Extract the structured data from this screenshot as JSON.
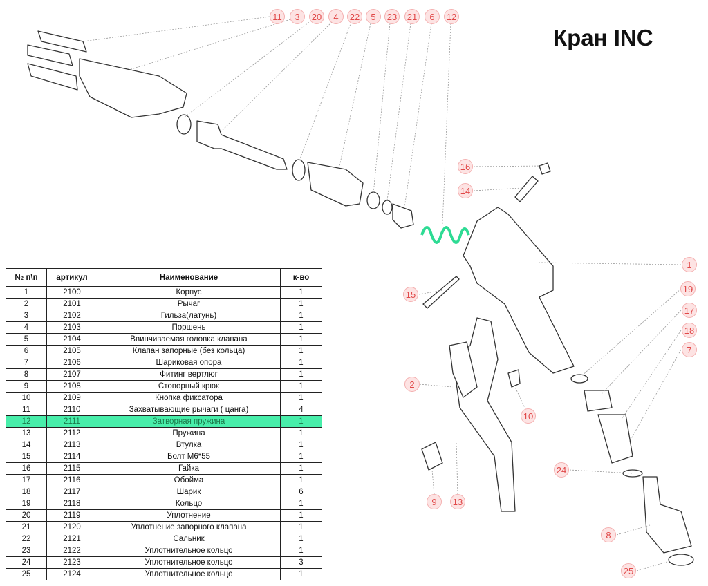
{
  "title": "Кран INC",
  "highlight_color": "#48eeaa",
  "callouts": [
    "11",
    "3",
    "20",
    "4",
    "22",
    "5",
    "23",
    "21",
    "6",
    "12",
    "16",
    "14",
    "15",
    "1",
    "19",
    "17",
    "18",
    "7",
    "2",
    "10",
    "24",
    "9",
    "13",
    "8",
    "25"
  ],
  "table": {
    "headers": [
      "№ п\\п",
      "артикул",
      "Наименование",
      "к-во"
    ],
    "rows": [
      [
        "1",
        "2100",
        "Корпус",
        "1"
      ],
      [
        "2",
        "2101",
        "Рычаг",
        "1"
      ],
      [
        "3",
        "2102",
        "Гильза(латунь)",
        "1"
      ],
      [
        "4",
        "2103",
        "Поршень",
        "1"
      ],
      [
        "5",
        "2104",
        "Ввинчиваемая головка клапана",
        "1"
      ],
      [
        "6",
        "2105",
        "Клапан запорные (без кольца)",
        "1"
      ],
      [
        "7",
        "2106",
        "Шариковая опора",
        "1"
      ],
      [
        "8",
        "2107",
        "Фитинг вертлюг",
        "1"
      ],
      [
        "9",
        "2108",
        "Стопорный крюк",
        "1"
      ],
      [
        "10",
        "2109",
        "Кнопка фиксатора",
        "1"
      ],
      [
        "11",
        "2110",
        "Захватывающие рычаги ( цанга)",
        "4"
      ],
      [
        "12",
        "2111",
        "Затворная пружина",
        "1"
      ],
      [
        "13",
        "2112",
        "Пружина",
        "1"
      ],
      [
        "14",
        "2113",
        "Втулка",
        "1"
      ],
      [
        "15",
        "2114",
        "Болт М6*55",
        "1"
      ],
      [
        "16",
        "2115",
        "Гайка",
        "1"
      ],
      [
        "17",
        "2116",
        "Обойма",
        "1"
      ],
      [
        "18",
        "2117",
        "Шарик",
        "6"
      ],
      [
        "19",
        "2118",
        "Кольцо",
        "1"
      ],
      [
        "20",
        "2119",
        "Уплотнение",
        "1"
      ],
      [
        "21",
        "2120",
        "Уплотнение запорного клапана",
        "1"
      ],
      [
        "22",
        "2121",
        "Сальник",
        "1"
      ],
      [
        "23",
        "2122",
        "Уплотнительное кольцо",
        "1"
      ],
      [
        "24",
        "2123",
        "Уплотнительное кольцо",
        "3"
      ],
      [
        "25",
        "2124",
        "Уплотнительное кольцо",
        "1"
      ]
    ]
  }
}
